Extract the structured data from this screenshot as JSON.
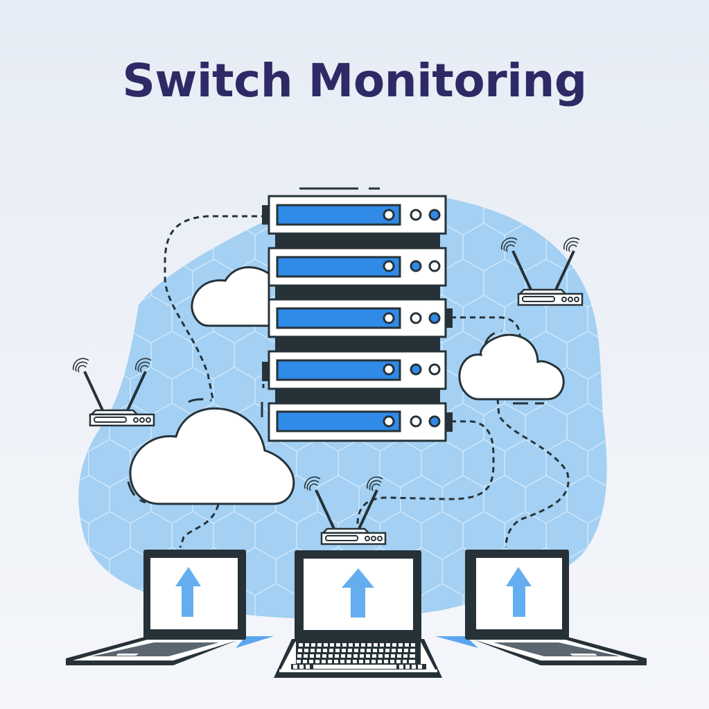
{
  "title": "Switch Monitoring",
  "colors": {
    "background_top": "#e6ecf5",
    "background_bottom": "#f4f6fa",
    "title": "#2e2a66",
    "blob": "#a3d0f3",
    "hex_lines": "#d8ecfb",
    "outline": "#263238",
    "server_panel": "#2f8ae8",
    "arrow": "#64aef0",
    "white": "#ffffff"
  },
  "illustration": {
    "server_rack": {
      "units": [
        {
          "indicator_left": "white",
          "indicator_right": "blue"
        },
        {
          "indicator_left": "blue",
          "indicator_right": "white"
        },
        {
          "indicator_left": "white",
          "indicator_right": "blue"
        },
        {
          "indicator_left": "blue",
          "indicator_right": "white"
        },
        {
          "indicator_left": "white",
          "indicator_right": "blue"
        }
      ]
    },
    "routers": [
      "router-left",
      "router-top-right",
      "router-center"
    ],
    "clouds": [
      "cloud-top-left",
      "cloud-right",
      "cloud-bottom-left"
    ],
    "laptops": [
      {
        "name": "laptop-left",
        "screen_icon": "upload-arrow-icon"
      },
      {
        "name": "laptop-center",
        "screen_icon": "upload-arrow-icon"
      },
      {
        "name": "laptop-right",
        "screen_icon": "upload-arrow-icon"
      }
    ]
  }
}
